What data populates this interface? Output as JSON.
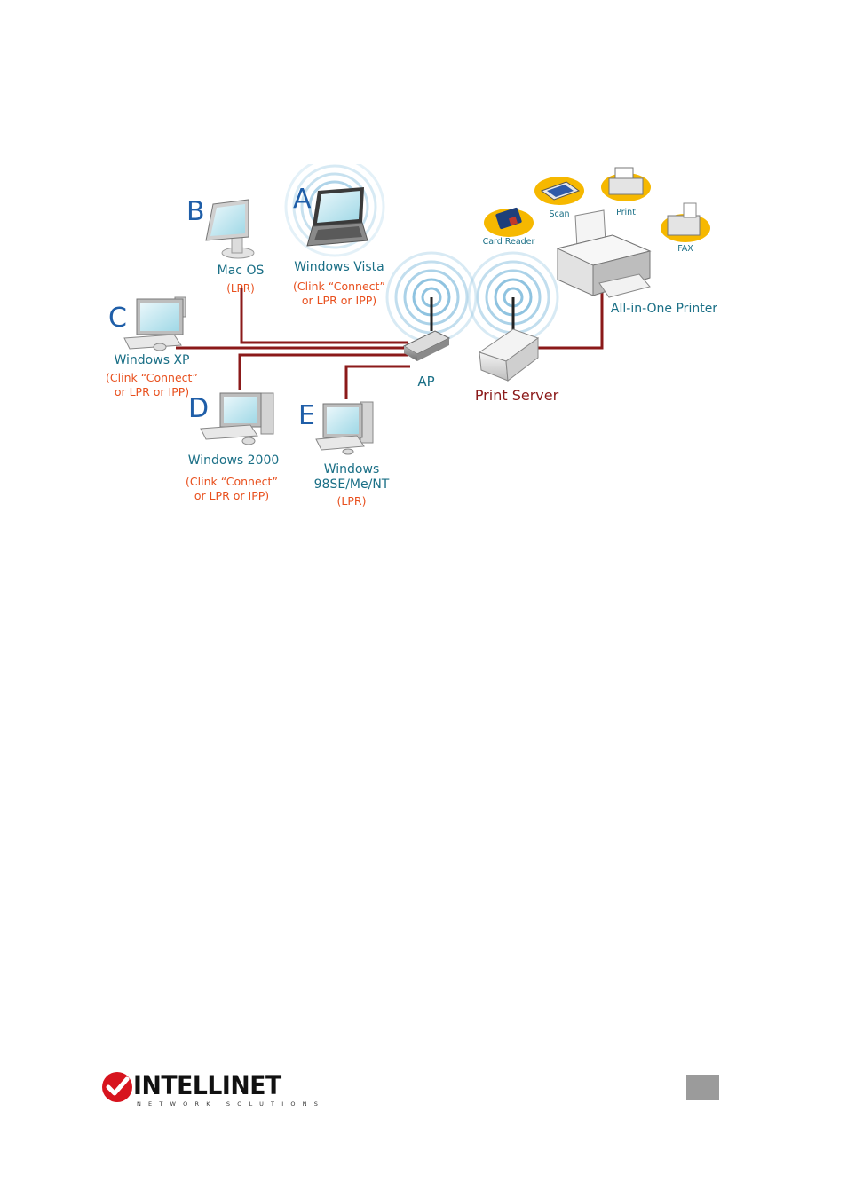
{
  "diagram": {
    "letters": {
      "a": "A",
      "b": "B",
      "c": "C",
      "d": "D",
      "e": "E"
    },
    "devices": {
      "mac_os": {
        "name": "Mac OS",
        "protocol": "(LPR)"
      },
      "windows_vista": {
        "name": "Windows Vista",
        "protocol_line1": "(Clink “Connect”",
        "protocol_line2": "or LPR or IPP)"
      },
      "windows_xp": {
        "name": "Windows XP",
        "protocol_line1": "(Clink “Connect”",
        "protocol_line2": "or LPR or IPP)"
      },
      "windows_2000": {
        "name": "Windows 2000",
        "protocol_line1": "(Clink “Connect”",
        "protocol_line2": "or LPR or IPP)"
      },
      "windows_98": {
        "name_line1": "Windows",
        "name_line2": "98SE/Me/NT",
        "protocol": "(LPR)"
      },
      "ap": {
        "name": "AP"
      },
      "print_server": {
        "name": "Print Server"
      },
      "printer": {
        "name": "All-in-One Printer"
      }
    },
    "functions": {
      "card_reader": "Card Reader",
      "scan": "Scan",
      "print": "Print",
      "fax": "FAX"
    },
    "colors": {
      "device_label": "#1a6f86",
      "protocol_label": "#e8501e",
      "cable": "#8b1a1a",
      "letter": "#1f5ea8",
      "print_server_label": "#8b1a1a",
      "signal": "#8fc3e0"
    }
  },
  "footer": {
    "brand": "INTELLINET",
    "tagline": "NETWORK SOLUTIONS"
  }
}
